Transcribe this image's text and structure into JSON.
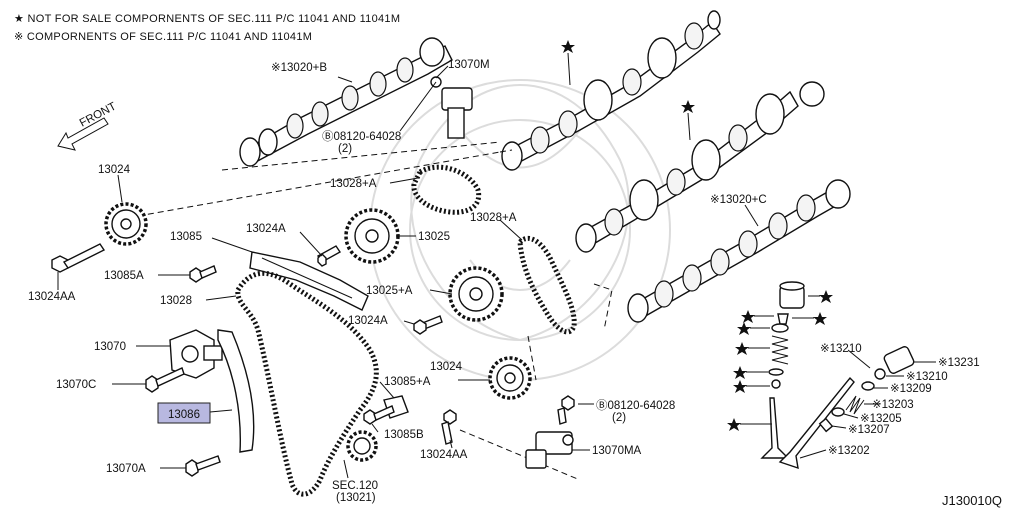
{
  "notes": [
    "★ NOT FOR SALE COMPORNENTS OF SEC.111 P/C 11041 AND 11041M",
    "※ COMPORNENTS OF SEC.111 P/C 11041 AND 11041M"
  ],
  "front_label": "FRONT",
  "diagram_id": "J130010Q",
  "labels": {
    "p13020b": "※13020+B",
    "p13070m": "13070M",
    "p08120a": "Ⓑ08120-64028",
    "p08120a_qty": "(2)",
    "p13024_top": "13024",
    "p13028_a1": "13028+A",
    "p13028_a2": "13028+A",
    "p13024a": "13024A",
    "p13025": "13025",
    "p13085": "13085",
    "p13085a": "13085A",
    "p13024aa_l": "13024AA",
    "p13028": "13028",
    "p13025a": "13025+A",
    "p13024a_2": "13024A",
    "p13070": "13070",
    "p13024_mid": "13024",
    "p13085_plus_a": "13085+A",
    "p13070c": "13070C",
    "p13086": "13086",
    "p13085b": "13085B",
    "p13024aa_r": "13024AA",
    "p08120b": "Ⓑ08120-64028",
    "p08120b_qty": "(2)",
    "p13070ma": "13070MA",
    "p13070a": "13070A",
    "sec120": "SEC.120",
    "sec120_sub": "(13021)",
    "p13020c": "※13020+C",
    "p13210a": "※13210",
    "p13231": "※13231",
    "p13210b": "※13210",
    "p13209": "※13209",
    "p13203": "※13203",
    "p13205": "※13205",
    "p13207": "※13207",
    "p13202": "※13202"
  }
}
